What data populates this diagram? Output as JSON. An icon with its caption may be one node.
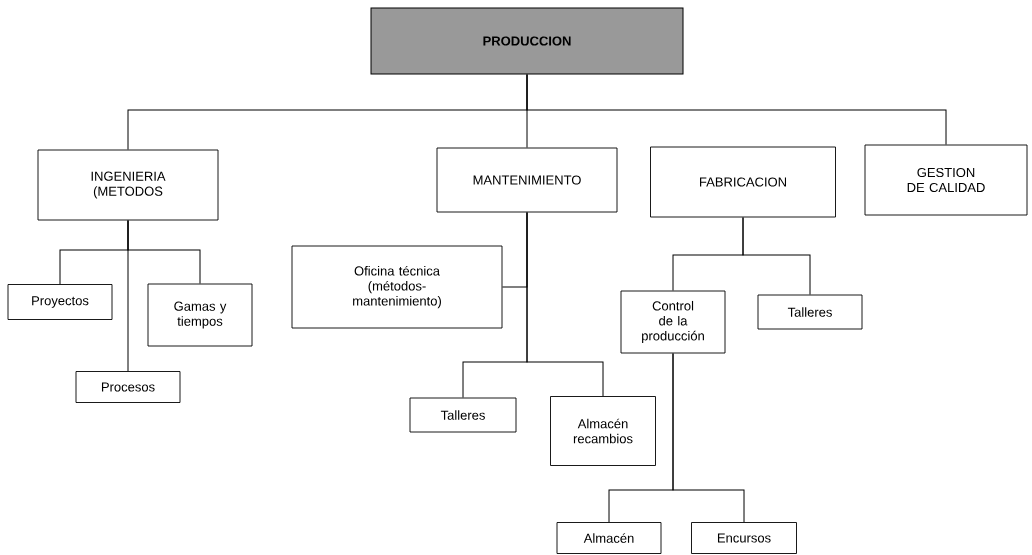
{
  "diagram": {
    "nodes": [
      {
        "text": [
          "PRODUCCION"
        ]
      },
      {
        "text": [
          "INGENIERIA (METODOS"
        ]
      },
      {
        "text": [
          "MANTENIMIENTO"
        ]
      },
      {
        "text": [
          "FABRICACION"
        ]
      },
      {
        "text": [
          "GESTION DE CALIDAD"
        ]
      },
      {
        "text": [
          "Proyectos"
        ]
      },
      {
        "text": [
          "Gamas y tiempos"
        ]
      },
      {
        "text": [
          "Procesos"
        ]
      },
      {
        "text": [
          "Oficina técnica (métodos- mantenimiento)"
        ]
      },
      {
        "text": [
          "Talleres"
        ]
      },
      {
        "text": [
          "Almacén recambios"
        ]
      },
      {
        "text": [
          "Control de la producción"
        ]
      },
      {
        "text": [
          "Talleres"
        ]
      },
      {
        "text": [
          "Almacén"
        ]
      },
      {
        "text": [
          "Encursos"
        ]
      }
    ],
    "edges": [
      {
        "from": 0,
        "to": 1,
        "arrow": "none"
      },
      {
        "from": 0,
        "to": 2,
        "arrow": "none"
      },
      {
        "from": 0,
        "to": 4,
        "arrow": "none"
      },
      {
        "from": 1,
        "to": 5,
        "arrow": "none"
      },
      {
        "from": 1,
        "to": 7,
        "arrow": "none"
      },
      {
        "from": 1,
        "to": 6,
        "arrow": "none"
      },
      {
        "from": 2,
        "to": 8,
        "arrow": "none"
      },
      {
        "from": 2,
        "to": 9,
        "arrow": "none"
      },
      {
        "from": 2,
        "to": 10,
        "arrow": "none"
      },
      {
        "from": 3,
        "to": 11,
        "arrow": "none"
      },
      {
        "from": 3,
        "to": 12,
        "arrow": "none"
      },
      {
        "from": 11,
        "to": 13,
        "arrow": "none"
      },
      {
        "from": 11,
        "to": 14,
        "arrow": "none"
      }
    ]
  }
}
